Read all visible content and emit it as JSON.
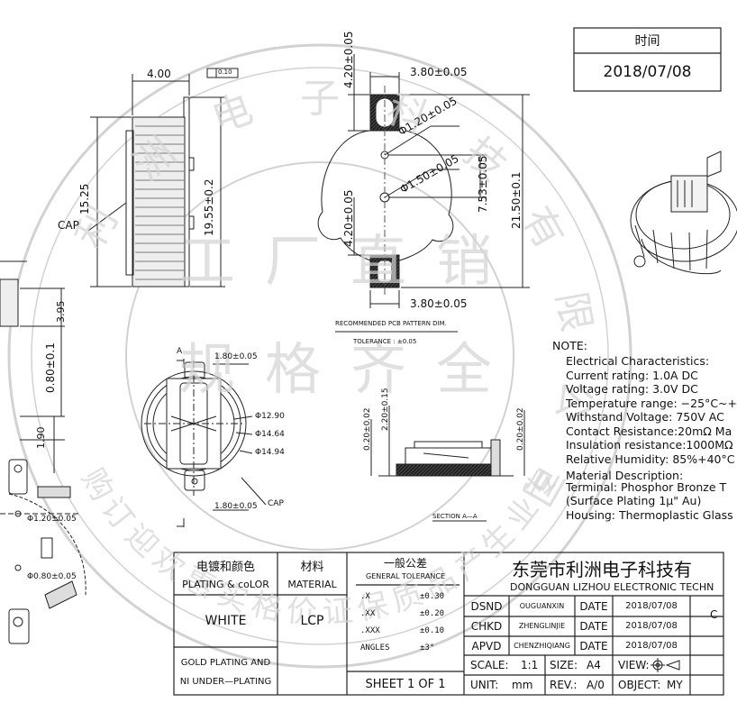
{
  "date_box": {
    "header": "时间",
    "date": "2018/07/08"
  },
  "dims": {
    "d400": "4.00",
    "flatness": "0.10",
    "d1525": "15.25",
    "d1955": "19.55±0.2",
    "cap_left": "CAP",
    "d395": "3.95",
    "d080": "0.80±0.1",
    "d190": "1.90",
    "d120_left": "Φ1.20±0.05",
    "d080_left": "Φ0.80±0.05",
    "d420_top": "4.20±0.05",
    "d380_top": "3.80±0.05",
    "phi120": "Φ1.20±0.05",
    "phi150": "Φ1.50±0.05",
    "d753": "7.53±0.05",
    "d2150": "21.50±0.1",
    "d420_mid": "4.20±0.05",
    "d380_bot": "3.80±0.05",
    "pcb_title": "RECOMMENDED PCB PATTERN DIM.",
    "tolerance": "TOLERANCE : ±0.05",
    "d180_top": "1.80±0.05",
    "phi1290": "Φ12.90",
    "phi1464": "Φ14.64",
    "phi1494": "Φ14.94",
    "cap_bottom": "CAP",
    "d180_bot": "1.80±0.05",
    "sec_a": "A",
    "d020a": "0.20±0.02",
    "d220": "2.20±0.15",
    "d020b": "0.20±0.02",
    "section": "SECTION A—A"
  },
  "note": {
    "title": "NOTE:",
    "lines": [
      "Electrical Characteristics:",
      "Current rating: 1.0A DC",
      "Voltage rating: 3.0V DC",
      "Temperature range: −25°C~+",
      "Withstand Voltage: 750V AC",
      "Contact Resistance:20mΩ Ma",
      "Insulation resistance:1000MΩ",
      "Relative Humidity: 85%+40°C",
      "Material Description:",
      "Terminal: Phosphor Bronze T",
      "(Surface Plating 1μ\" Au)",
      "Housing: Thermoplastic Glass"
    ]
  },
  "title_block": {
    "plating_cn": "电镀和颜色",
    "plating_en": "PLATING & coLOR",
    "material_cn": "材料",
    "material_en": "MATERIAL",
    "tol_cn": "一般公差",
    "tol_en": "GENERAL TOLERANCE",
    "tol_rows": [
      {
        "k": ".X",
        "v": "±0.30"
      },
      {
        "k": ".XX",
        "v": "±0.20"
      },
      {
        "k": ".XXX",
        "v": "±0.10"
      },
      {
        "k": "ANGLES",
        "v": "±3°"
      }
    ],
    "color_value": "WHITE",
    "material_value": "LCP",
    "plating_note_1": "GOLD PLATING AND",
    "plating_note_2": "NI UNDER—PLATING",
    "sheet": "SHEET 1 OF 1",
    "company_cn": "东莞市利洲电子科技有",
    "company_en": "DONGGUAN LIZHOU ELECTRONIC TECHN",
    "rows": [
      {
        "role": "DSND",
        "name": "OUGUANXIN",
        "date_label": "DATE",
        "date": "2018/07/08"
      },
      {
        "role": "CHKD",
        "name": "ZHENGLINJIE",
        "date_label": "DATE",
        "date": "2018/07/08"
      },
      {
        "role": "APVD",
        "name": "CHENZHIQIANG",
        "date_label": "DATE",
        "date": "2018/07/08"
      }
    ],
    "scale_label": "SCALE:",
    "scale": "1:1",
    "size_label": "SIZE:",
    "size": "A4",
    "view_label": "VIEW:",
    "unit_label": "UNIT:",
    "unit": "mm",
    "rev_label": "REV.:",
    "rev": "A/0",
    "object_label": "OBJECT:",
    "object": "MY",
    "cut_char": "C"
  },
  "watermark": {
    "chars": [
      "利",
      "洲",
      "电",
      "子",
      "科",
      "技",
      "有",
      "限",
      "公",
      "司",
      "工",
      "厂",
      "直",
      "销",
      "规",
      "格",
      "齐",
      "全",
      "专",
      "业",
      "生",
      "产",
      "品",
      "质",
      "保",
      "证",
      "价",
      "格",
      "实",
      "惠",
      "欢",
      "迎",
      "订",
      "购"
    ]
  }
}
